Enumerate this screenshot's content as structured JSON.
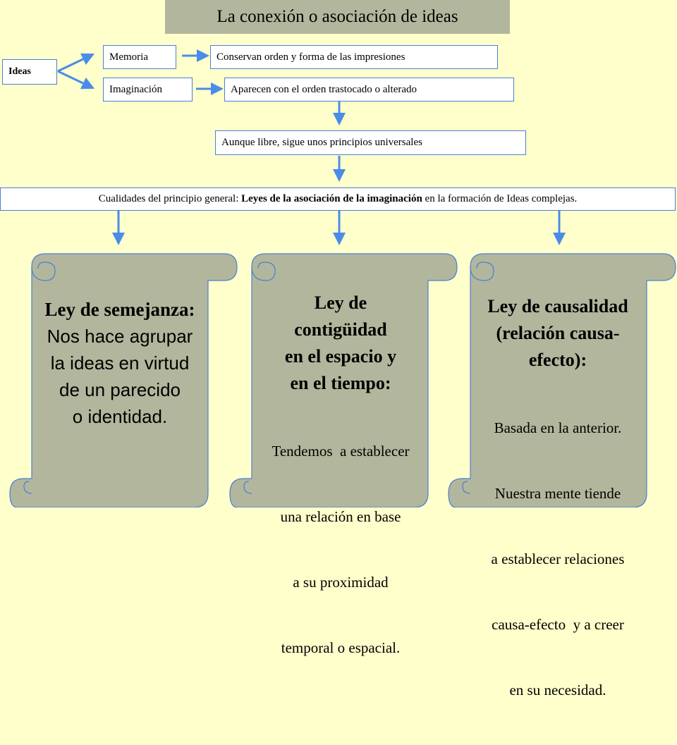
{
  "title": "La conexión o asociación de ideas",
  "ideas_label": "Ideas",
  "memoria": {
    "label": "Memoria",
    "desc": "Conservan orden y forma de las impresiones"
  },
  "imaginacion": {
    "label": "Imaginación",
    "desc": "Aparecen con el orden trastocado o alterado"
  },
  "principios": "Aunque libre, sigue unos principios universales",
  "cualidades": {
    "prefix": "Cualidades del principio general: ",
    "bold": "Leyes de la asociación de la imaginación",
    "suffix": " en la formación de Ideas complejas."
  },
  "scrolls": [
    {
      "heading": "Ley de semejanza:",
      "body": [
        "Nos hace agrupar",
        "la ideas en virtud",
        "de un parecido",
        "o identidad."
      ]
    },
    {
      "heading_lines": [
        "Ley de",
        "contigüidad",
        "en el espacio y",
        "en el tiempo:"
      ],
      "body": [
        "Tendemos  a establecer",
        "una relación en base",
        "a su proximidad",
        "temporal o espacial."
      ]
    },
    {
      "heading_lines": [
        "Ley de causalidad",
        "(relación causa-",
        "efecto):"
      ],
      "body": [
        "Basada en la anterior.",
        "Nuestra mente tiende",
        "a establecer relaciones",
        "causa-efecto  y a creer",
        "en su necesidad."
      ]
    }
  ],
  "colors": {
    "background": "#ffffcc",
    "title_bg": "#b2b69c",
    "scroll_fill": "#b2b69c",
    "scroll_stroke": "#4a7fd6",
    "arrow": "#4a8ce8"
  }
}
